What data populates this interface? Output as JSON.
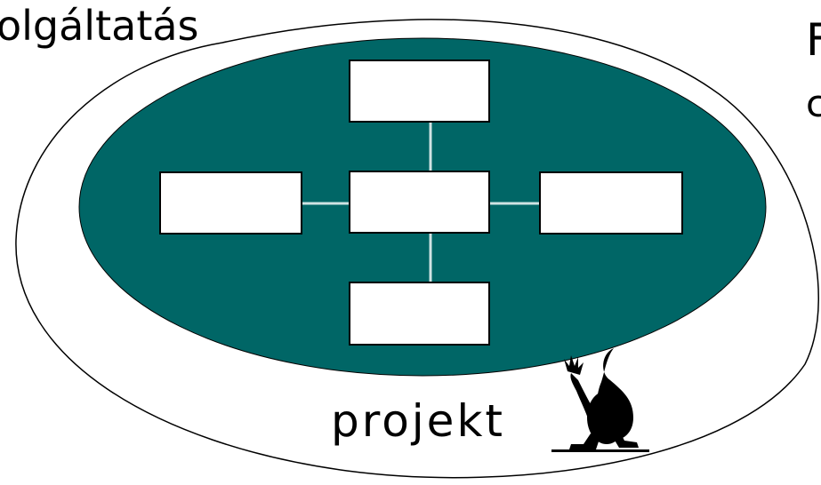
{
  "labels": {
    "outer_fragment": "olgáltatás",
    "right_fragment_1": "F",
    "right_fragment_2": "c",
    "inner_caption": "projekt"
  },
  "colors": {
    "background": "#ffffff",
    "inner_ellipse_fill": "#006666",
    "box_fill": "#ffffff",
    "connector": "#cfe3e3",
    "outline": "#000000"
  },
  "icons": {
    "figure": "silhouette-figure-icon"
  }
}
